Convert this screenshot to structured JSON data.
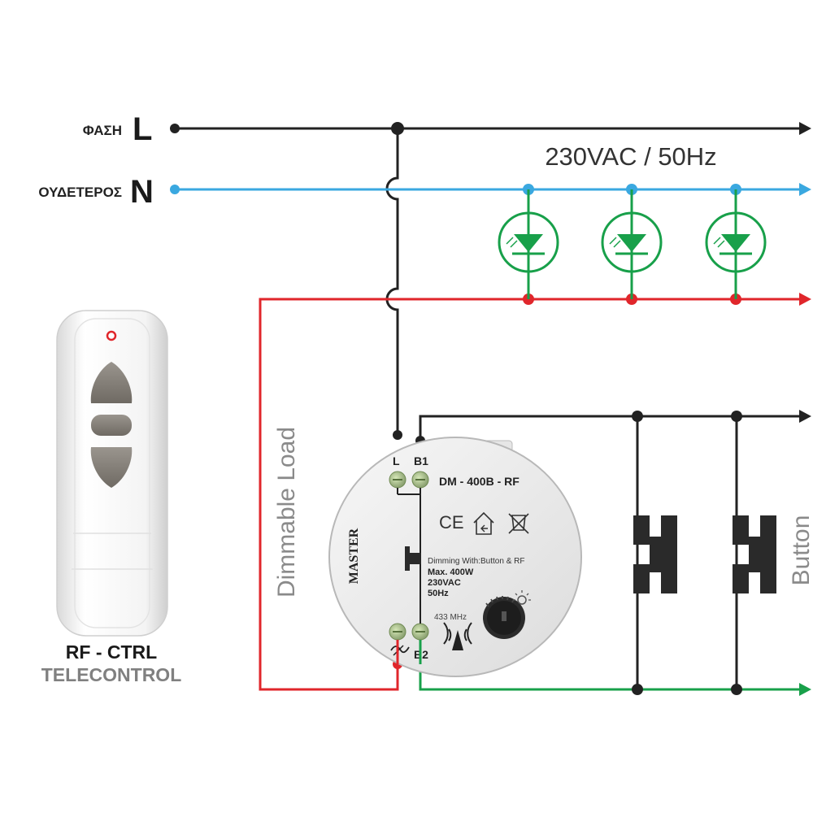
{
  "lines": {
    "phase_name": "ΦΑΣΗ",
    "phase_letter": "L",
    "neutral_name": "ΟΥΔΕΤΕΡΟΣ",
    "neutral_letter": "N",
    "voltage": "230VAC / 50Hz"
  },
  "labels": {
    "dimmable_load": "Dimmable Load",
    "button": "Button"
  },
  "device": {
    "brand": "MASTER",
    "model": "DM - 400B - RF",
    "term_l": "L",
    "term_b1": "B1",
    "term_b2": "B2",
    "dimming": "Dimming With:Button & RF",
    "max_power": "Max. 400W",
    "voltage": "230VAC",
    "frequency": "50Hz",
    "rf_freq": "433 MHz",
    "ce_mark": "CE"
  },
  "remote": {
    "title": "RF - CTRL",
    "subtitle": "TELECONTROL"
  },
  "colors": {
    "phase": "#222222",
    "neutral": "#3aa8e0",
    "load": "#e0262b",
    "button_line": "#18a04a",
    "led": "#18a04a"
  },
  "icons": [
    "arrow-right-icon",
    "led-icon",
    "ce-icon",
    "house-icon",
    "weee-bin-icon",
    "dimmer-knob-icon",
    "antenna-icon",
    "push-button-icon"
  ]
}
